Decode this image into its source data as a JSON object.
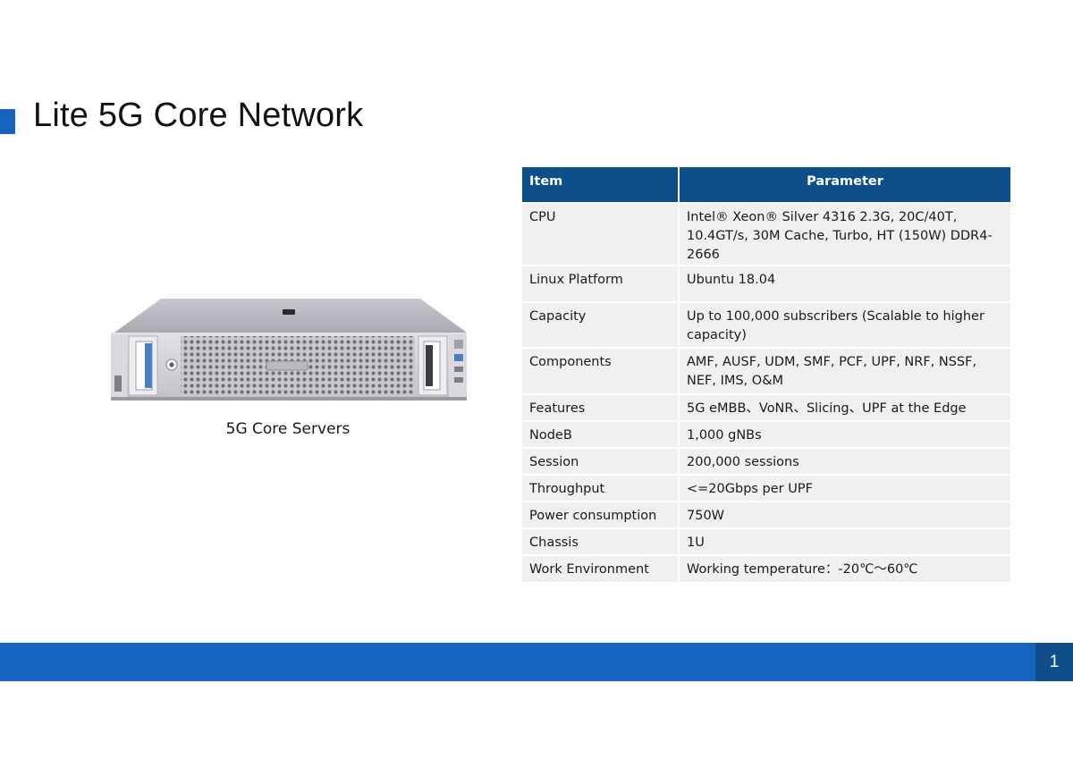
{
  "slide": {
    "title": "Lite 5G Core Network",
    "page_number": "1"
  },
  "image": {
    "caption": "5G Core Servers",
    "icon": "rack-server-icon"
  },
  "table": {
    "headers": [
      "Item",
      "Parameter"
    ],
    "rows": [
      [
        "CPU",
        "Intel® Xeon® Silver 4316 2.3G, 20C/40T, 10.4GT/s, 30M Cache, Turbo, HT (150W) DDR4-2666"
      ],
      [
        "Linux Platform",
        "Ubuntu 18.04"
      ],
      [
        "Capacity",
        "Up to 100,000 subscribers (Scalable to higher capacity)"
      ],
      [
        "Components",
        "AMF, AUSF, UDM, SMF, PCF, UPF, NRF, NSSF, NEF, IMS, O&M"
      ],
      [
        "Features",
        "5G eMBB、VoNR、Slicing、UPF at the Edge"
      ],
      [
        "NodeB",
        "1,000 gNBs"
      ],
      [
        "Session",
        "200,000 sessions"
      ],
      [
        "Throughput",
        "<=20Gbps per UPF"
      ],
      [
        "Power consumption",
        "750W"
      ],
      [
        "Chassis",
        "1U"
      ],
      [
        "Work Environment",
        "Working temperature：-20℃～60℃"
      ]
    ]
  },
  "colors": {
    "accent": "#1565c0",
    "header_dark": "#0d4f8b",
    "row_bg": "#f0f0f0"
  }
}
